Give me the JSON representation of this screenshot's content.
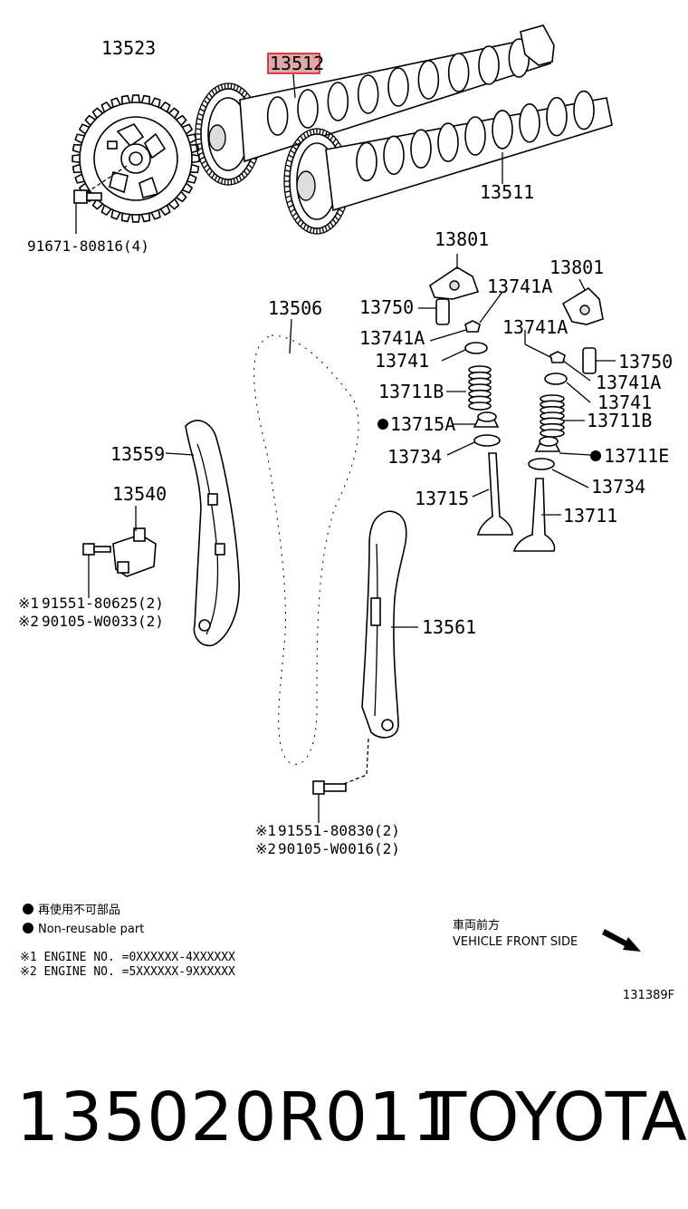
{
  "labels": {
    "sprocket": "13523",
    "camshaft_highlighted": "13512",
    "camshaft": "13511",
    "sprocket_bolt": "91671-80816(4)",
    "chain": "13506",
    "rocker_left": "13801",
    "rocker_right": "13801",
    "lash_adjuster_left": "13750",
    "lash_adjuster_right": "13750",
    "retainer_a_left_top": "13741A",
    "retainer_a_left": "13741A",
    "retainer_a_right_top": "13741A",
    "retainer_a_right": "13741A",
    "spring_seat_left": "13741",
    "spring_seat_right": "13741",
    "spring_left": "13711B",
    "spring_right": "13711B",
    "seal_left": "13715A",
    "seal_right": "13711E",
    "valve_seat_left": "13734",
    "valve_seat_right": "13734",
    "valve_exhaust": "13715",
    "valve_intake": "13711",
    "chain_guide": "13559",
    "tensioner": "13540",
    "tensioner_bolt_1": "91551-80625(2)",
    "tensioner_bolt_2": "90105-W0033(2)",
    "slipper": "13561",
    "slipper_bolt_1": "91551-80830(2)",
    "slipper_bolt_2": "90105-W0016(2)",
    "ref1_mark": "※1",
    "ref2_mark": "※2",
    "ref1_mark_b": "※1",
    "ref2_mark_b": "※2"
  },
  "legend": {
    "non_reusable_jp": "再使用不可部品",
    "non_reusable_en": "Non-reusable part",
    "engine_note_1": "※1 ENGINE NO. =0XXXXXX-4XXXXXX",
    "engine_note_2": "※2 ENGINE NO. =5XXXXXX-9XXXXXX"
  },
  "direction": {
    "jp": "車両前方",
    "en": "VEHICLE FRONT SIDE"
  },
  "figure_code": "131389F",
  "product": {
    "part_number": "135020R011",
    "brand": "TOYOTA"
  },
  "colors": {
    "highlight_fill": "#e0a8a8",
    "highlight_stroke": "#d01010"
  }
}
